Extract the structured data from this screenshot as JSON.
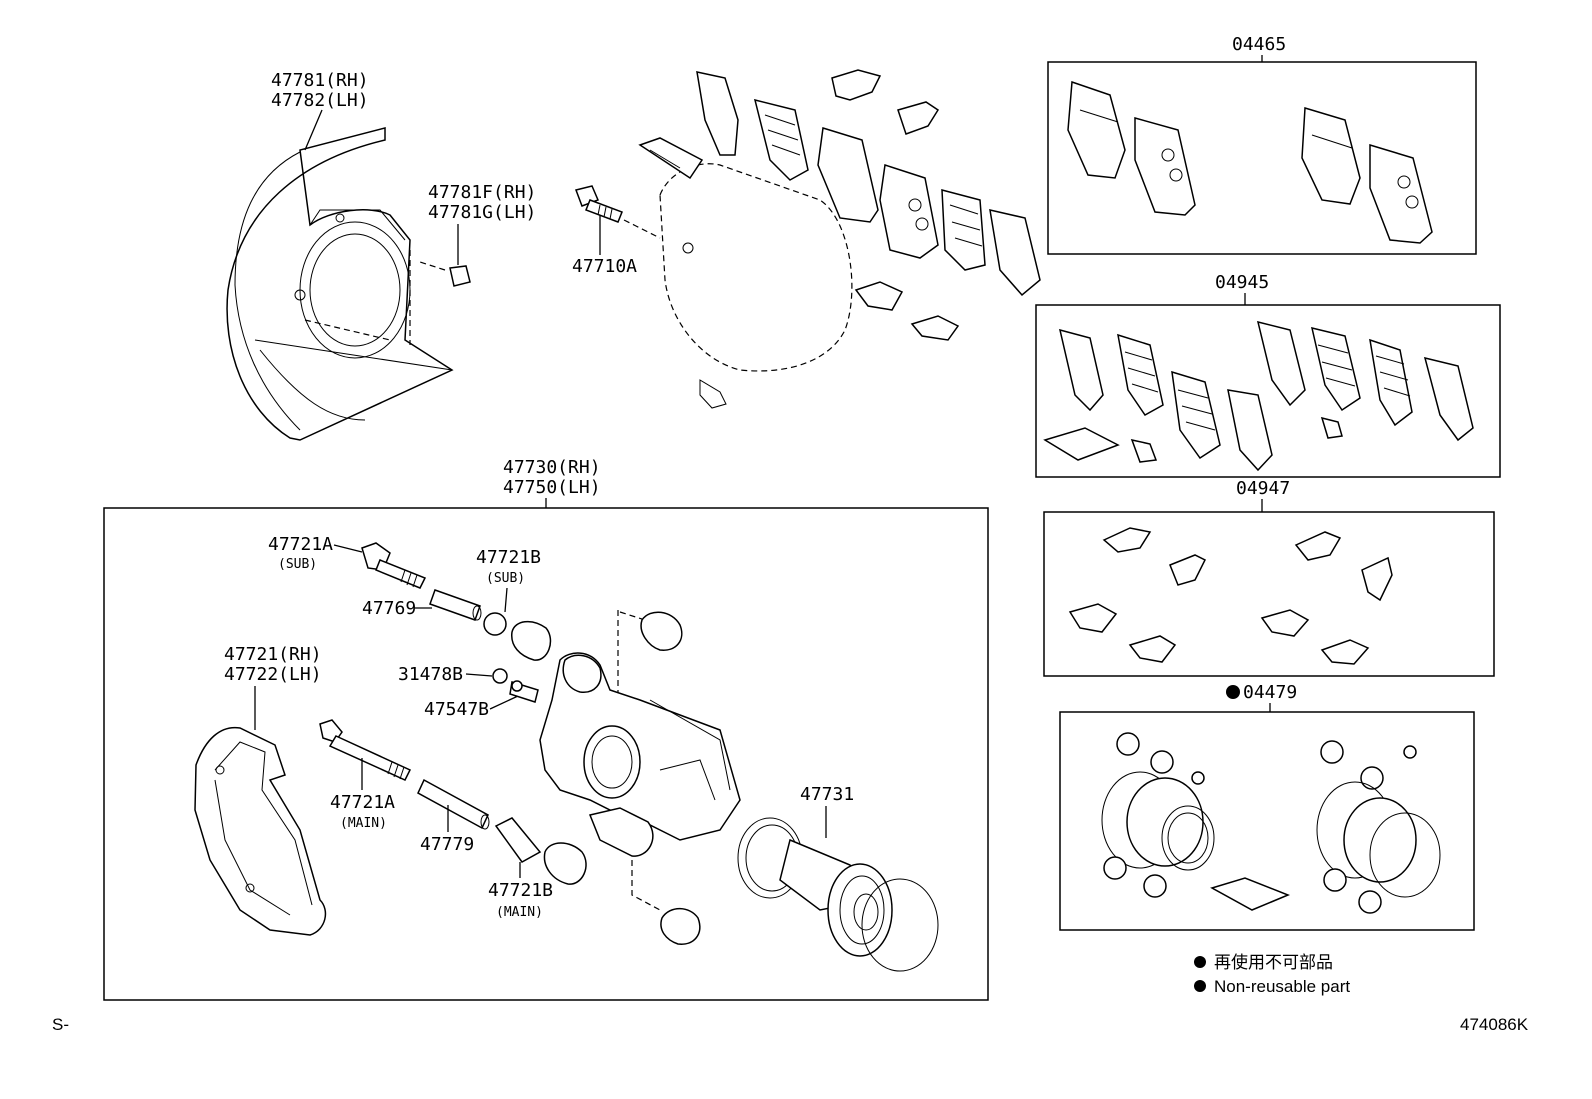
{
  "labels": {
    "shield_rh": "47781(RH)",
    "shield_lh": "47782(LH)",
    "bolt_rh": "47781F(RH)",
    "bolt_lh": "47781G(LH)",
    "bolt_47710a": "47710A",
    "kit_04465": "04465",
    "kit_04945": "04945",
    "kit_04947": "04947",
    "kit_04479": "04479",
    "caliper_rh": "47730(RH)",
    "caliper_lh": "47750(LH)",
    "pin_sub": "47721A",
    "pin_sub_note": "(SUB)",
    "boot_sub": "47721B",
    "boot_sub_note": "(SUB)",
    "bush_47769": "47769",
    "bracket_rh": "47721(RH)",
    "bracket_lh": "47722(LH)",
    "plug_31478b": "31478B",
    "bleeder_47547b": "47547B",
    "pin_main": "47721A",
    "pin_main_note": "(MAIN)",
    "piston_47731": "47731",
    "bush_47779": "47779",
    "boot_main": "47721B",
    "boot_main_note": "(MAIN)"
  },
  "legend": {
    "line_jp": "再使用不可部品",
    "line_en": "Non-reusable part"
  },
  "footer": {
    "left": "S-",
    "right": "474086K"
  }
}
